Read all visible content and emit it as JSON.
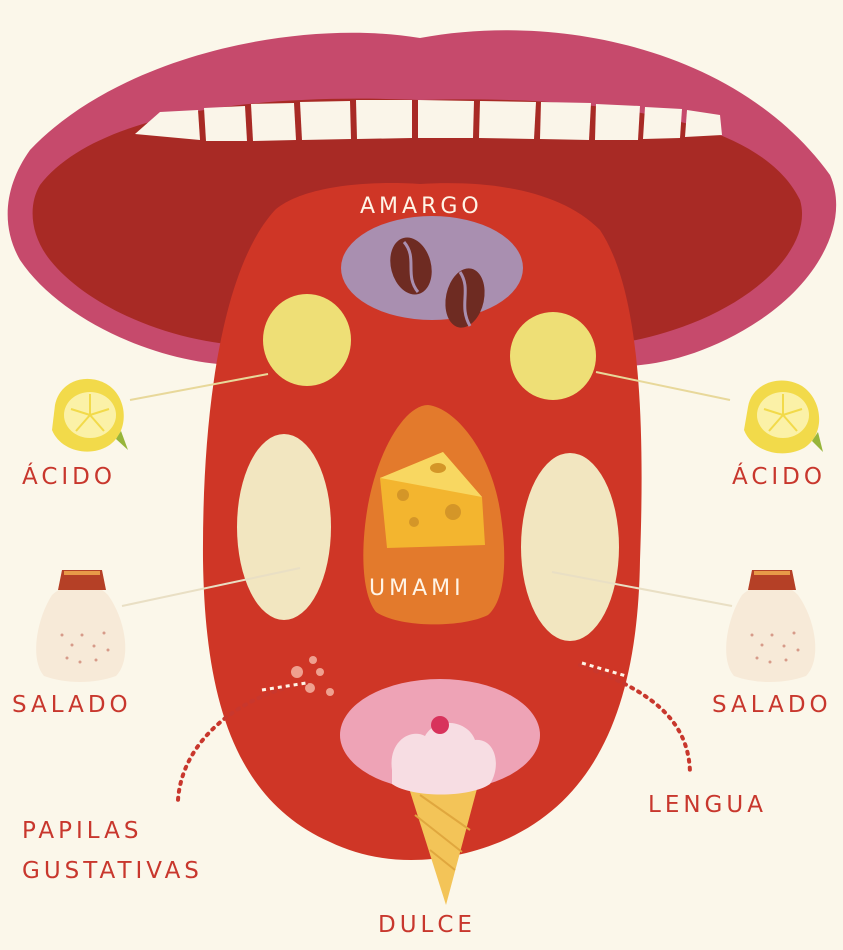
{
  "labels": {
    "bitter": "AMARGO",
    "umami": "UMAMI",
    "sour_left": "ÁCIDO",
    "sour_right": "ÁCIDO",
    "salty_left": "SALADO",
    "salty_right": "SALADO",
    "papillae_line1": "PAPILAS",
    "papillae_line2": "GUSTATIVAS",
    "tongue": "LENGUA",
    "sweet": "DULCE"
  },
  "colors": {
    "background": "#fbf7ea",
    "lips": "#c64a6c",
    "mouth": "#a82a25",
    "tongue": "#cf3626",
    "teeth": "#faf5e9",
    "bitter_zone": "#a98fb0",
    "sour_zone": "#eedf76",
    "salty_zone": "#f2e6c0",
    "umami_zone": "#e37a2c",
    "sweet_zone": "#eea3b6",
    "label_text": "#c8372d"
  },
  "icons": [
    "coffee-bean-icon",
    "lemon-icon",
    "salt-shaker-icon",
    "cheese-icon",
    "ice-cream-icon"
  ]
}
